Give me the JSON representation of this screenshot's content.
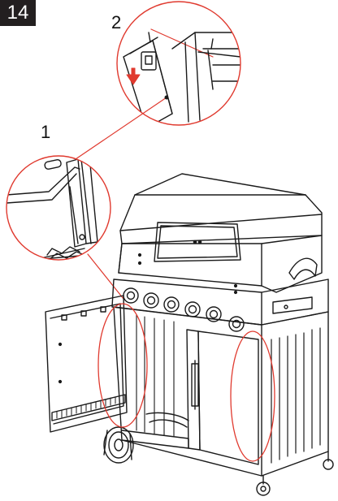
{
  "step": {
    "number": "14"
  },
  "callouts": [
    {
      "label": "1"
    },
    {
      "label": "2"
    }
  ],
  "colors": {
    "line": "#1a1a1a",
    "highlight": "#e03a2f",
    "badge_bg": "#231f20",
    "badge_text": "#ffffff"
  }
}
